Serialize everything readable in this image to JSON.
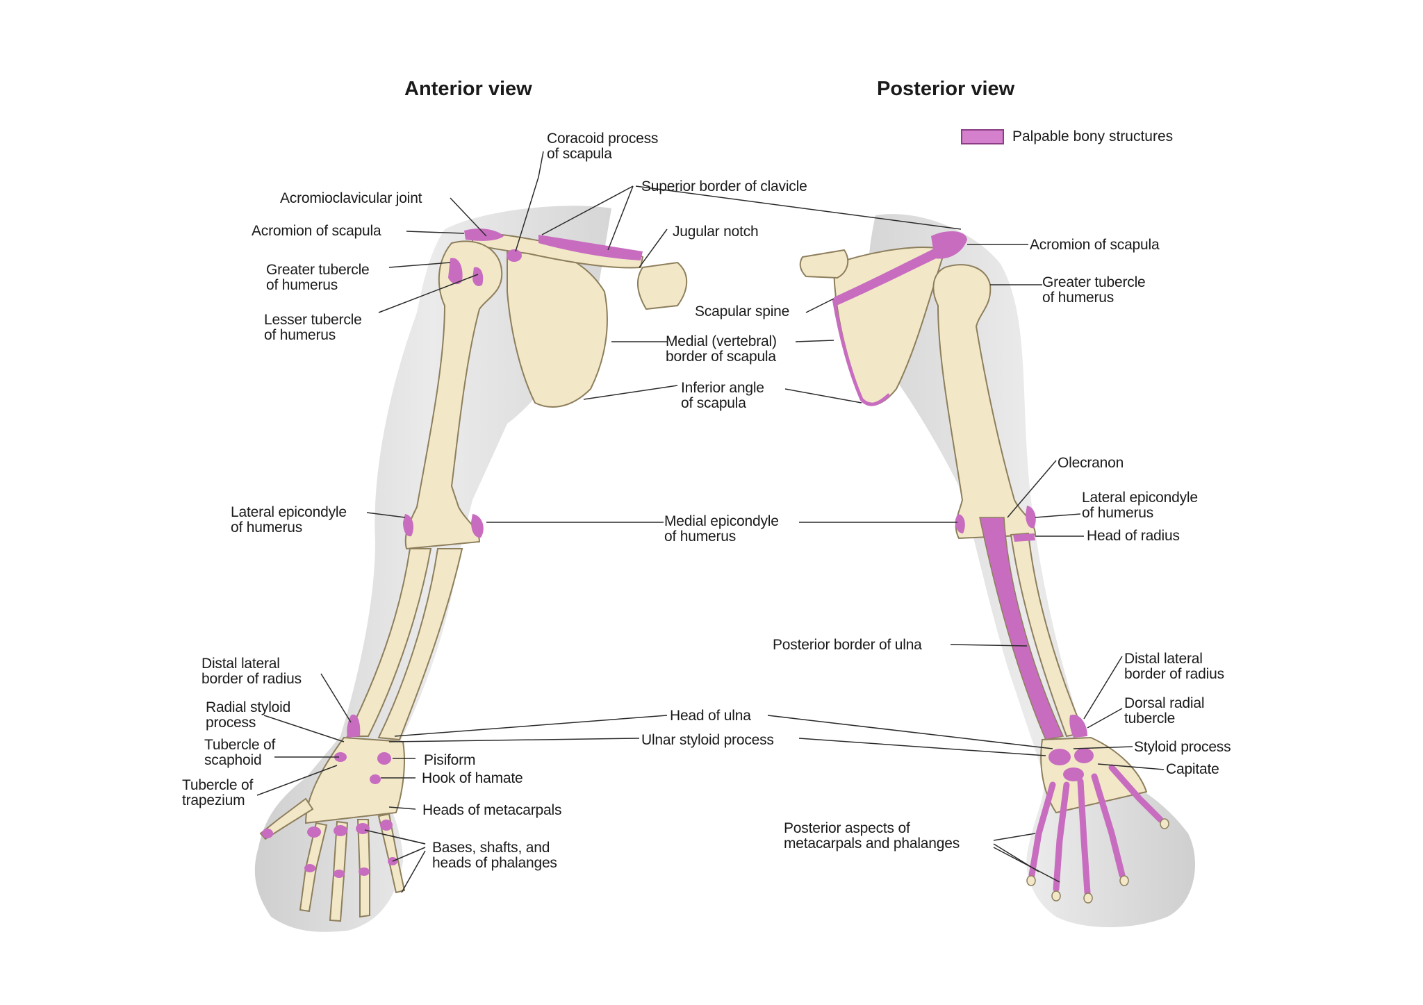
{
  "titles": {
    "anterior": "Anterior view",
    "posterior": "Posterior view"
  },
  "legend": {
    "label": "Palpable bony structures",
    "swatch_color": "#d580cc"
  },
  "colors": {
    "bone": "#f2e8c8",
    "bone_outline": "#8d7e5c",
    "palpable": "#c86cc0",
    "skin": "#dedede"
  },
  "labels": {
    "coracoid": "Coracoid process\nof scapula",
    "acromioclavicular": "Acromioclavicular joint",
    "acromion_left": "Acromion of scapula",
    "greater_tubercle_left": "Greater tubercle\nof humerus",
    "lesser_tubercle": "Lesser tubercle\nof humerus",
    "superior_clavicle": "Superior border of clavicle",
    "jugular_notch": "Jugular notch",
    "scapular_spine": "Scapular spine",
    "medial_border": "Medial (vertebral)\nborder of scapula",
    "inferior_angle": "Inferior angle\nof scapula",
    "acromion_right": "Acromion of scapula",
    "greater_tubercle_right": "Greater tubercle\nof humerus",
    "olecranon": "Olecranon",
    "lateral_epicondyle_left": "Lateral epicondyle\nof humerus",
    "medial_epicondyle": "Medial epicondyle\nof humerus",
    "lateral_epicondyle_right": "Lateral epicondyle\nof humerus",
    "head_radius": "Head of radius",
    "posterior_ulna": "Posterior border of ulna",
    "distal_lateral_left": "Distal lateral\nborder of radius",
    "distal_lateral_right": "Distal lateral\nborder of radius",
    "radial_styloid": "Radial styloid\nprocess",
    "dorsal_radial": "Dorsal radial\ntubercle",
    "head_ulna": "Head of ulna",
    "ulnar_styloid": "Ulnar styloid process",
    "styloid_process": "Styloid process",
    "tubercle_scaphoid": "Tubercle of\nscaphoid",
    "pisiform": "Pisiform",
    "capitate": "Capitate",
    "tubercle_trapezium": "Tubercle of\ntrapezium",
    "hook_hamate": "Hook of hamate",
    "heads_metacarpals": "Heads of metacarpals",
    "posterior_aspects": "Posterior aspects of\nmetacarpals and phalanges",
    "bases_phalanges": "Bases, shafts, and\nheads of phalanges"
  }
}
